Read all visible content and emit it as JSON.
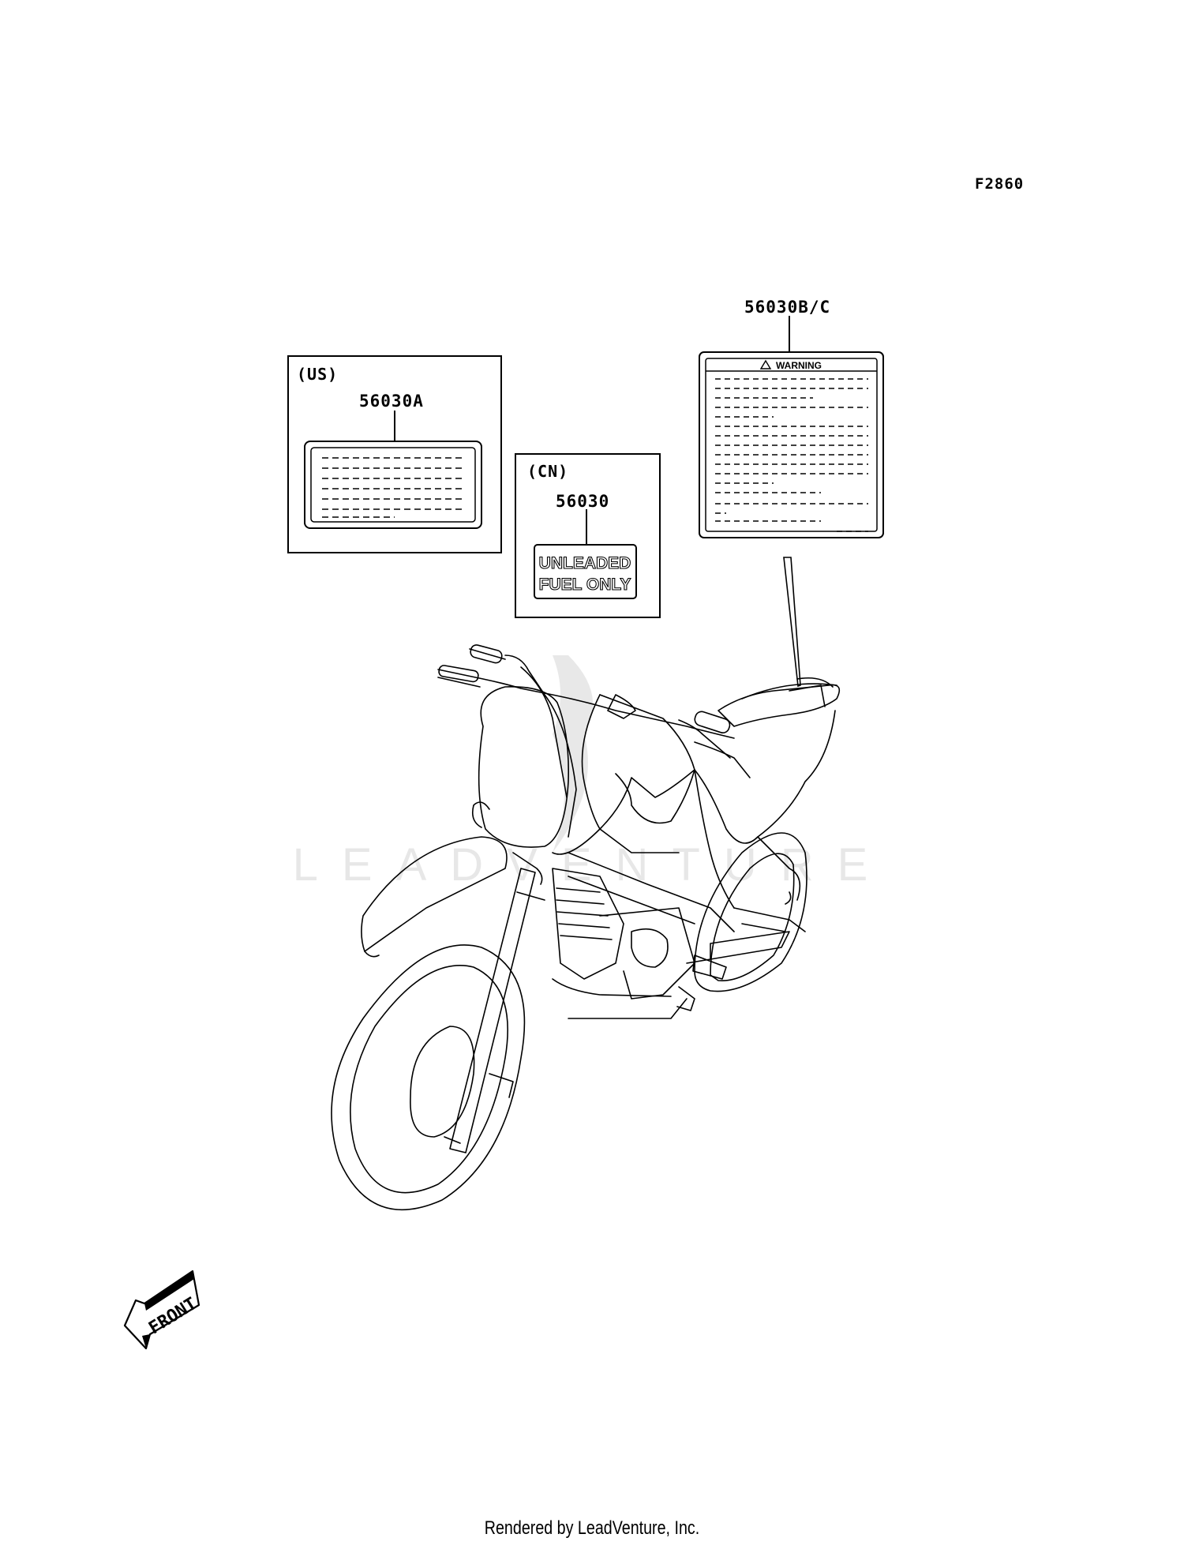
{
  "figure_code": "F2860",
  "us_box": {
    "region": "(US)",
    "part_number": "56030A"
  },
  "cn_box": {
    "region": "(CN)",
    "part_number": "56030",
    "label_line1": "UNLEADED",
    "label_line2": "FUEL ONLY"
  },
  "warning_label": {
    "part_number": "56030B/C",
    "heading": "WARNING"
  },
  "front_arrow": {
    "text": "FRONT"
  },
  "watermark": "LEADVENTURE",
  "footer": "Rendered by LeadVenture, Inc."
}
